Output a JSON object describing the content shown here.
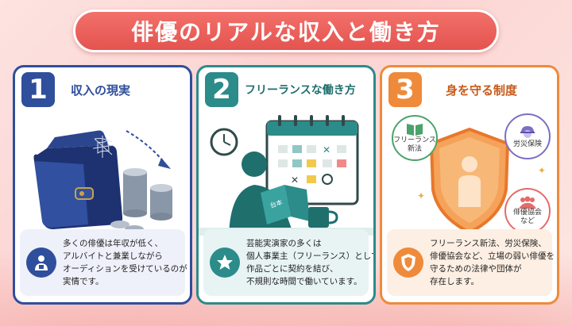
{
  "title": "俳優のリアルな収入と働き方",
  "cards": [
    {
      "number": "1",
      "title": "収入の現実",
      "lines": [
        "多くの俳優は年収が低く、",
        "アルバイトと兼業しながら",
        "オーディションを受けているのが",
        "実情です。"
      ]
    },
    {
      "number": "2",
      "title": "フリーランスな働き方",
      "book_label": "台本",
      "lines": [
        "芸能実演家の多くは",
        "個人事業主（フリーランス）として、",
        "作品ごとに契約を結び、",
        "不規則な時間で働いています。"
      ]
    },
    {
      "number": "3",
      "title": "身を守る制度",
      "bubbles": {
        "law": [
          "フリーランス",
          "新法"
        ],
        "insurance": [
          "労災保険"
        ],
        "union": [
          "俳優協会",
          "など"
        ]
      },
      "lines": [
        "フリーランス新法、労災保険、",
        "俳優協会など、立場の弱い俳優を",
        "守るための法律や団体が",
        "存在します。"
      ]
    }
  ],
  "colors": {
    "card1": "#2f4f9c",
    "card2": "#2b8c8a",
    "card3": "#ef8a3a",
    "banner": "#e4534f"
  }
}
